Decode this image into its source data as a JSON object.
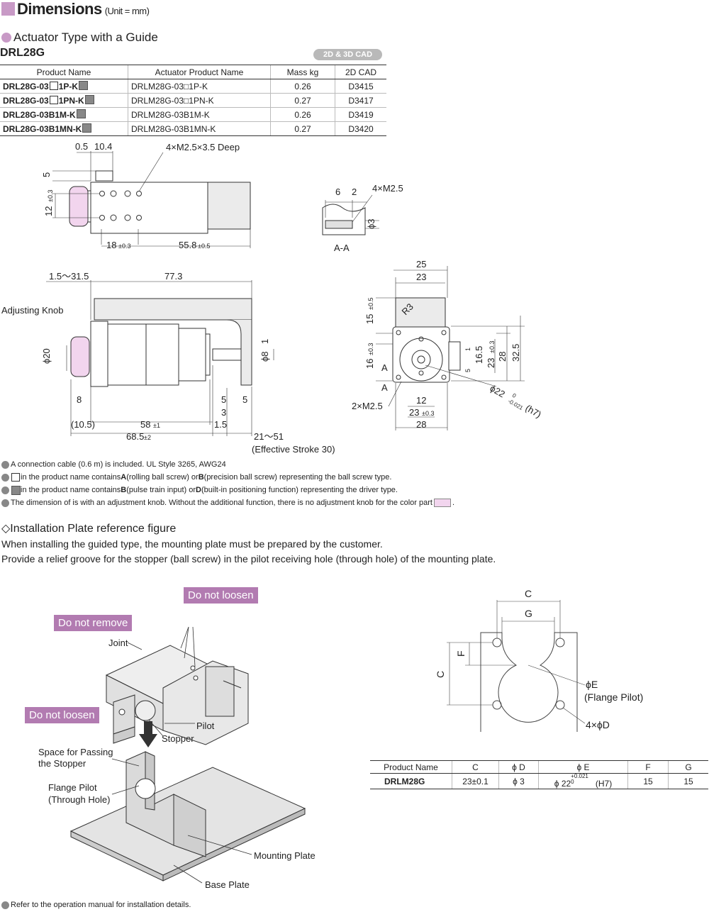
{
  "header": {
    "title": "Dimensions",
    "unit": "(Unit = mm)"
  },
  "section1": {
    "title": "Actuator Type with a Guide",
    "model": "DRL28G",
    "cad_badge": "2D & 3D CAD"
  },
  "table": {
    "headers": [
      "Product Name",
      "Actuator Product Name",
      "Mass kg",
      "2D CAD"
    ],
    "rows": [
      {
        "p1": "DRL28G-03",
        "p2": "1P-K",
        "act": "DRLM28G-03□1P-K",
        "mass": "0.26",
        "cad": "D3415"
      },
      {
        "p1": "DRL28G-03",
        "p2": "1PN-K",
        "act": "DRLM28G-03□1PN-K",
        "mass": "0.27",
        "cad": "D3417"
      },
      {
        "p1": "DRL28G-03B1M-K",
        "p2": "",
        "act": "DRLM28G-03B1M-K",
        "mass": "0.26",
        "cad": "D3419"
      },
      {
        "p1": "DRL28G-03B1MN-K",
        "p2": "",
        "act": "DRLM28G-03B1MN-K",
        "mass": "0.27",
        "cad": "D3420"
      }
    ]
  },
  "drawing": {
    "top_dims": [
      "0.5",
      "10.4",
      "4×M2.5×3.5 Deep",
      "5",
      "12",
      "±0.3",
      "18",
      "±0.3",
      "55.8",
      "±0.5"
    ],
    "aa": [
      "6",
      "2",
      "4×M2.5",
      "ϕ3",
      "A-A"
    ],
    "side_dims": [
      "1.5～31.5",
      "77.3",
      "Adjusting Knob",
      "ϕ20",
      "ϕ8",
      "1",
      "8",
      "5",
      "3",
      "5",
      "1.5",
      "(10.5)",
      "58",
      "±1",
      "68.5",
      "±2",
      "21～51",
      "(Effective Stroke 30)"
    ],
    "front_dims": [
      "25",
      "23",
      "R3",
      "15",
      "±0.5",
      "16",
      "±0.3",
      "A",
      "A",
      "1",
      "16.5",
      "5",
      "23",
      "±0.3",
      "28",
      "32.5",
      "ϕ22",
      "0",
      "-0.021",
      "(h7)",
      "2×M2.5",
      "12",
      "23",
      "±0.3",
      "28"
    ]
  },
  "notes": [
    "A connection cable (0.6 m) is included. UL Style 3265, AWG24",
    {
      "a": " in the product name contains ",
      "b1": "A",
      "c": " (rolling ball screw) or ",
      "b2": "B",
      "d": " (precision ball screw) representing the ball screw type."
    },
    {
      "a": " in the product name contains ",
      "b1": "B",
      "c": " (pulse train input) or ",
      "b2": "D",
      "d": " (built-in positioning function) representing the driver type."
    },
    {
      "a": "The dimension of  is with an adjustment knob. Without the additional function, there is no adjustment knob for the color part ",
      "b": "."
    }
  ],
  "section2": {
    "title": "◇Installation Plate reference figure",
    "para1": "When installing the guided type, the mounting plate must be prepared by the customer.",
    "para2": "Provide a relief groove for the stopper (ball screw) in the pilot receiving hole (through hole) of the mounting plate."
  },
  "figure": {
    "tags": [
      "Do not loosen",
      "Do not remove",
      "Do not loosen"
    ],
    "labels": [
      "Joint",
      "Pilot",
      "Stopper",
      "Space for Passing",
      "the Stopper",
      "Flange Pilot",
      "(Through Hole)",
      "Mounting Plate",
      "Base Plate"
    ]
  },
  "plate_drawing": {
    "labels": [
      "C",
      "G",
      "F",
      "C",
      "ϕE",
      "(Flange Pilot)",
      "4×ϕD"
    ]
  },
  "plate_table": {
    "headers": [
      "Product Name",
      "C",
      "ϕ D",
      "ϕ E",
      "F",
      "G"
    ],
    "row": {
      "name": "DRLM28G",
      "c": "23±0.1",
      "d": "ϕ 3",
      "e": "ϕ 22",
      "e_sup": "+0.021",
      "e_sub": "0",
      "e_tol": "(H7)",
      "f": "15",
      "g": "15"
    }
  },
  "footer": "Refer to the operation manual for installation details."
}
